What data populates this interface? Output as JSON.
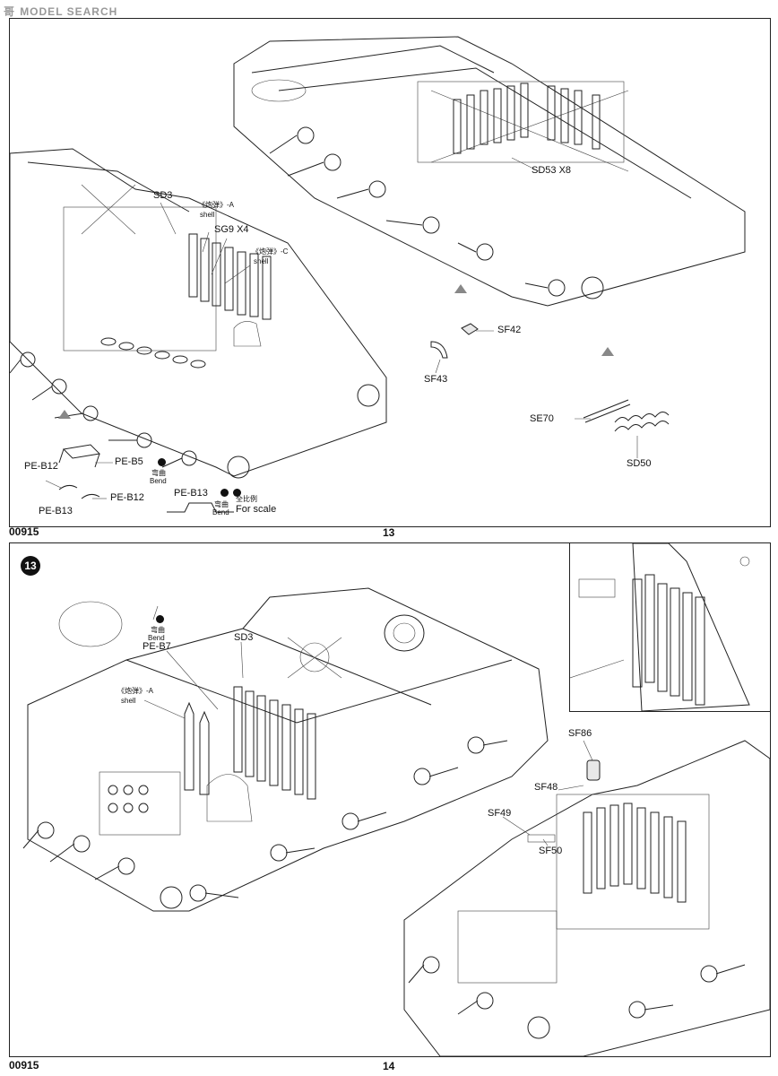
{
  "watermark": {
    "site": "MODEL SEARCH",
    "prefix": "哥"
  },
  "top_page": {
    "page_number": "13",
    "footer_code": "00915",
    "labels": {
      "sd3": "SD3",
      "shell_a_cn": "《炮弹》-A",
      "shell_a_en": "shell",
      "sg9": "SG9 X4",
      "shell_c_cn": "《炮弹》-C",
      "shell_c_en": "shell",
      "sd53": "SD53 X8",
      "sf42": "SF42",
      "sf43": "SF43",
      "se70": "SE70",
      "sd50": "SD50",
      "pe_b5": "PE-B5",
      "pe_b12_a": "PE-B12",
      "pe_b12_b": "PE-B12",
      "pe_b13_a": "PE-B13",
      "pe_b13_b": "PE-B13",
      "bend_cn_1": "弯曲",
      "bend_en_1": "Bend",
      "bend_cn_2": "弯曲",
      "bend_en_2": "Bend",
      "scale_cn": "全比例",
      "scale_en": "For scale"
    }
  },
  "bottom_page": {
    "step_number": "13",
    "page_number": "14",
    "footer_code": "00915",
    "labels": {
      "bend_cn": "弯曲",
      "bend_en": "Bend",
      "pe_b7": "PE-B7",
      "sd3": "SD3",
      "shell_a_cn": "《炮弹》-A",
      "shell_a_en": "shell",
      "sf86": "SF86",
      "sf48": "SF48",
      "sf49": "SF49",
      "sf50": "SF50"
    }
  }
}
